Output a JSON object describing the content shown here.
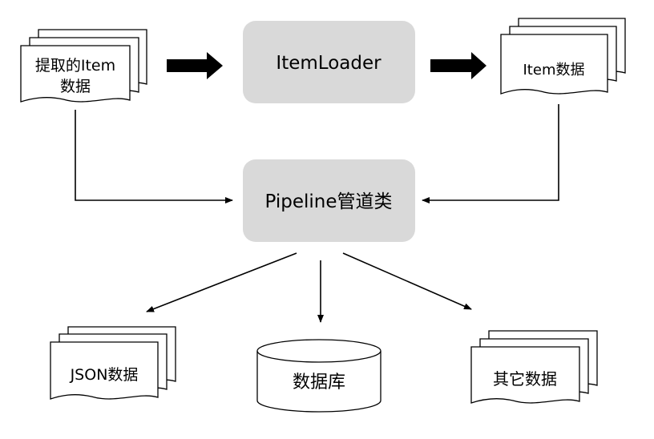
{
  "nodes": {
    "extracted_items": {
      "line1": "提取的Item",
      "line2": "数据"
    },
    "item_loader": {
      "label": "ItemLoader"
    },
    "item_data": {
      "label": "Item数据"
    },
    "pipeline": {
      "label": "Pipeline管道类"
    },
    "json_data": {
      "label": "JSON数据"
    },
    "database": {
      "label": "数据库"
    },
    "other_data": {
      "label": "其它数据"
    }
  },
  "colors": {
    "process_fill": "#d9d9d9",
    "stroke": "#000000",
    "doc_fill": "#ffffff"
  }
}
